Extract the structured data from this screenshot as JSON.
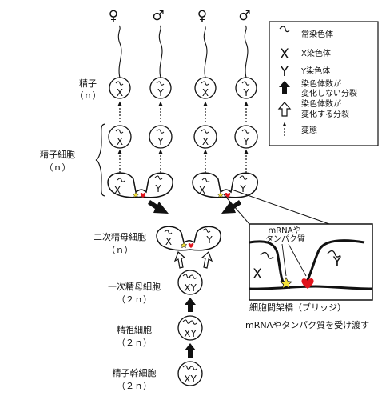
{
  "sex_symbols": {
    "female": "♀",
    "male": "♂"
  },
  "stages": {
    "sperm": "精子",
    "sperm_n": "（ｎ）",
    "spermatid": "精子細胞",
    "spermatid_n": "（ｎ）",
    "secondary": "二次精母細胞",
    "secondary_n": "（ｎ）",
    "primary": "一次精母細胞",
    "primary_n": "（２ｎ）",
    "spermatogonia": "精祖細胞",
    "spermatogonia_n": "（２ｎ）",
    "stem": "精子幹細胞",
    "stem_n": "（２ｎ）"
  },
  "chromosomes": {
    "x": "X",
    "y": "Y",
    "xy": "XY"
  },
  "legend": {
    "autosome": "常染色体",
    "x_symbol": "X",
    "x": "X染色体",
    "y_symbol": "Y",
    "y": "Y染色体",
    "black_arrow_1": "染色体数が",
    "black_arrow_2": "変化しない分裂",
    "white_arrow_1": "染色体数が",
    "white_arrow_2": "変化する分裂",
    "dotted": "変態"
  },
  "zoom": {
    "label_1": "mRNAや",
    "label_2": "タンパク質",
    "x": "X",
    "y": "Y"
  },
  "caption": {
    "bridge": "細胞間架橋（ブリッジ）",
    "transfer": "mRNAやタンパク質を受け渡す"
  },
  "colors": {
    "star": "#f5e33a",
    "heart": "#e0141c",
    "line": "#111111"
  }
}
